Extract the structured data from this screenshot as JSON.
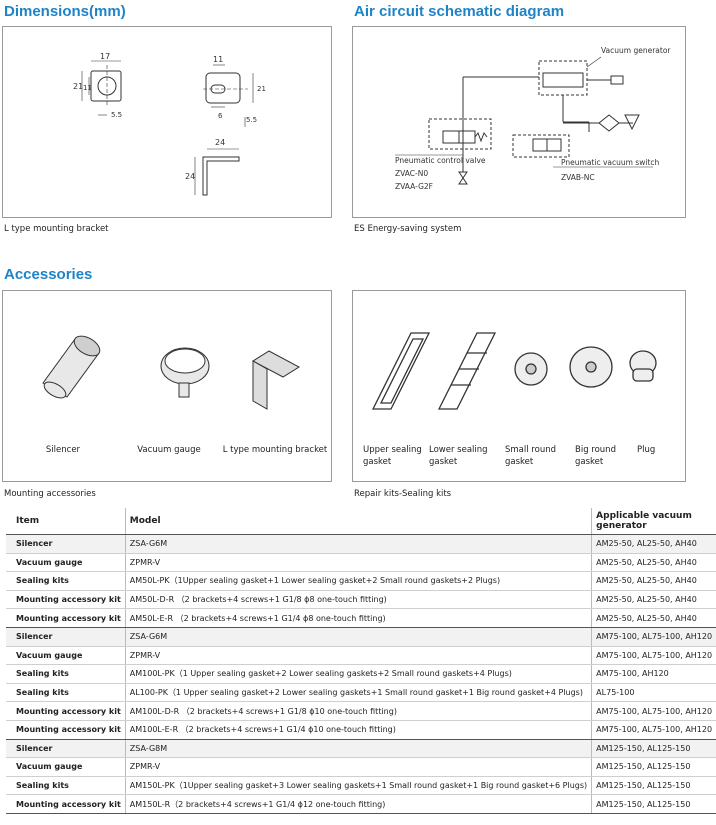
{
  "sections": {
    "dimensions": "Dimensions(mm)",
    "air_circuit": "Air circuit schematic diagram",
    "accessories": "Accessories"
  },
  "dimensions_panel": {
    "caption": "L type mounting bracket",
    "dims": [
      "17",
      "21",
      "11",
      "5.5",
      "11",
      "6",
      "21",
      "5.5",
      "24",
      "24"
    ]
  },
  "schematic_panel": {
    "caption": "ES Energy-saving system",
    "labels": {
      "vacuum_generator": "Vacuum generator",
      "control_valve": "Pneumatic control valve",
      "valve_model_1": "ZVAC-N0",
      "valve_model_2": "ZVAA-G2F",
      "vacuum_switch": "Pneumatic vacuum switch",
      "switch_model": "ZVAB-NC"
    }
  },
  "accessories_left": {
    "caption": "Mounting accessories",
    "items": [
      "Silencer",
      "Vacuum gauge",
      "L type mounting bracket"
    ]
  },
  "accessories_right": {
    "caption": "Repair kits-Sealing kits",
    "items": [
      {
        "l1": "Upper sealing",
        "l2": "gasket"
      },
      {
        "l1": "Lower sealing",
        "l2": "gasket"
      },
      {
        "l1": "Small round",
        "l2": "gasket"
      },
      {
        "l1": "Big round",
        "l2": "gasket"
      },
      {
        "l1": "Plug",
        "l2": ""
      }
    ]
  },
  "table": {
    "headers": [
      "Item",
      "Model",
      "Applicable vacuum generator"
    ],
    "rows": [
      [
        "Silencer",
        "ZSA-G6M",
        "AM25-50, AL25-50, AH40"
      ],
      [
        "Vacuum gauge",
        "ZPMR-V",
        "AM25-50, AL25-50, AH40"
      ],
      [
        "Sealing kits",
        "AM50L-PK（1Upper sealing gasket+1 Lower sealing gasket+2 Small round gaskets+2 Plugs)",
        "AM25-50, AL25-50, AH40"
      ],
      [
        "Mounting accessory kit",
        "AM50L-D-R （2 brackets+4 screws+1 G1/8 ϕ8 one-touch fitting)",
        "AM25-50, AL25-50, AH40"
      ],
      [
        "Mounting accessory kit",
        "AM50L-E-R （2 brackets+4 screws+1 G1/4 ϕ8 one-touch fitting)",
        "AM25-50, AL25-50, AH40"
      ],
      [
        "Silencer",
        "ZSA-G6M",
        "AM75-100, AL75-100, AH120"
      ],
      [
        "Vacuum gauge",
        "ZPMR-V",
        "AM75-100, AL75-100, AH120"
      ],
      [
        "Sealing kits",
        "AM100L-PK（1 Upper sealing gasket+2 Lower sealing gaskets+2 Small round gaskets+4 Plugs)",
        "AM75-100, AH120"
      ],
      [
        "Sealing kits",
        "AL100-PK（1 Upper sealing gasket+2 Lower sealing gaskets+1 Small round gasket+1 Big round gasket+4 Plugs)",
        "AL75-100"
      ],
      [
        "Mounting accessory kit",
        "AM100L-D-R （2 brackets+4 screws+1 G1/8 ϕ10 one-touch fitting)",
        "AM75-100, AL75-100, AH120"
      ],
      [
        "Mounting accessory kit",
        "AM100L-E-R （2 brackets+4 screws+1 G1/4 ϕ10 one-touch fitting)",
        "AM75-100, AL75-100, AH120"
      ],
      [
        "Silencer",
        "ZSA-G8M",
        "AM125-150, AL125-150"
      ],
      [
        "Vacuum gauge",
        "ZPMR-V",
        "AM125-150, AL125-150"
      ],
      [
        "Sealing kits",
        "AM150L-PK（1Upper sealing gasket+3 Lower sealing gaskets+1 Small round gasket+1 Big round gasket+6 Plugs)",
        "AM125-150, AL125-150"
      ],
      [
        "Mounting accessory kit",
        "AM150L-R（2 brackets+4 screws+1 G1/4 ϕ12 one-touch fitting)",
        "AM125-150, AL125-150"
      ]
    ],
    "group_ends": [
      4,
      10,
      14
    ],
    "shaded": [
      0,
      5,
      11
    ]
  },
  "colors": {
    "heading": "#1e84c8",
    "line": "#333333"
  }
}
